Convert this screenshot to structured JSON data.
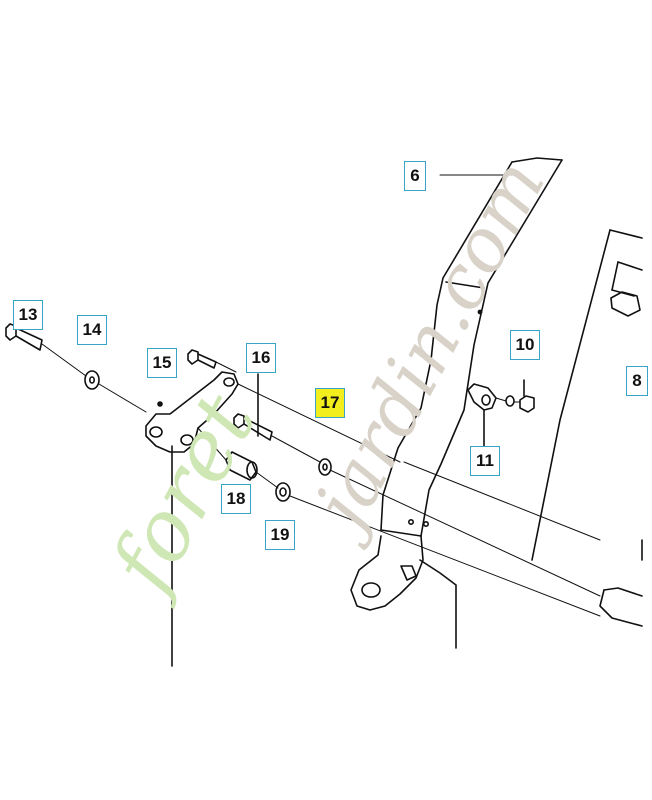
{
  "parts": [
    {
      "id": "p6",
      "number": "6"
    },
    {
      "id": "p8",
      "number": "8"
    },
    {
      "id": "p10",
      "number": "10"
    },
    {
      "id": "p11",
      "number": "11"
    },
    {
      "id": "p13",
      "number": "13"
    },
    {
      "id": "p14",
      "number": "14"
    },
    {
      "id": "p15",
      "number": "15"
    },
    {
      "id": "p16",
      "number": "16"
    },
    {
      "id": "p17",
      "number": "17",
      "highlighted": true
    },
    {
      "id": "p18",
      "number": "18"
    },
    {
      "id": "p19",
      "number": "19"
    }
  ],
  "watermark": {
    "brand_green": "foret",
    "brand_grey": "jardin.com"
  },
  "colors": {
    "highlight": "#f2ee1d",
    "label_border": "#3aa3c9",
    "watermark_green": "#cfe7b5",
    "watermark_grey": "#d8d2c8",
    "line": "#111111"
  }
}
